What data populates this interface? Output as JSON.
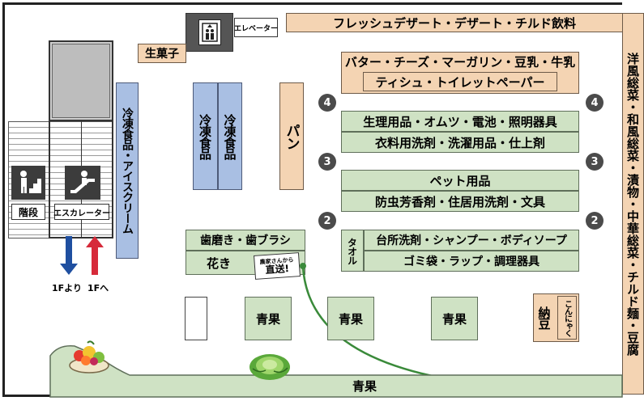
{
  "map": {
    "top_bar": "フレッシュデザート・デザート・チルド飲料",
    "right_bar": "洋風総菜・和風総菜・漬物・中華総菜・チルド麺・豆腐",
    "elevator": "エレベーター",
    "namagashi": "生菓子",
    "butter_row": "バター・チーズ・マーガリン・豆乳・牛乳",
    "tissue_row": "ティシュ・トイレットペーパー",
    "seiri_row": "生理用品・オムツ・電池・照明器具",
    "irui_row": "衣料用洗剤・洗濯用品・仕上剤",
    "pet_row": "ペット用品",
    "bouchu_row": "防虫芳香剤・住居用洗剤・文具",
    "daidokoro_row": "台所洗剤・シャンプー・ボディソープ",
    "gomi_row": "ゴミ袋・ラップ・調理器具",
    "towel_label": "タオル",
    "reito_aisu": "冷凍食品・アイスクリーム",
    "reito_1": "冷凍食品",
    "reito_2": "冷凍食品",
    "pan": "パン",
    "hamigaki": "歯磨き・歯ブラシ",
    "hanaki": "花き",
    "nouka_small": "農家さんから",
    "chokuso": "直送!",
    "seika_1": "青果",
    "seika_2": "青果",
    "seika_3": "青果",
    "seika_bottom": "青果",
    "natto": "納豆",
    "konnyaku": "こんにゃく",
    "stairs_label": "階段",
    "escalator_label": "エスカレーター",
    "from_1f": "1Fより",
    "to_1f": "1Fへ",
    "aisle_numbers": {
      "left_4": "4",
      "right_4": "4",
      "left_3": "3",
      "right_3": "3",
      "left_2": "2",
      "right_2": "2"
    }
  },
  "colors": {
    "tan": "#f4d4b3",
    "green": "#cfe2c4",
    "blue": "#a9bfe3",
    "aisle_marker": "#4b4b4b",
    "route_line": "#3a8a3a",
    "arrow_down": "#1f4fa0",
    "arrow_up": "#d62a3a"
  },
  "icons": [
    "elevator-icon",
    "stairs-person-icon",
    "escalator-person-icon",
    "fruit-basket-icon",
    "cabbage-icon"
  ]
}
